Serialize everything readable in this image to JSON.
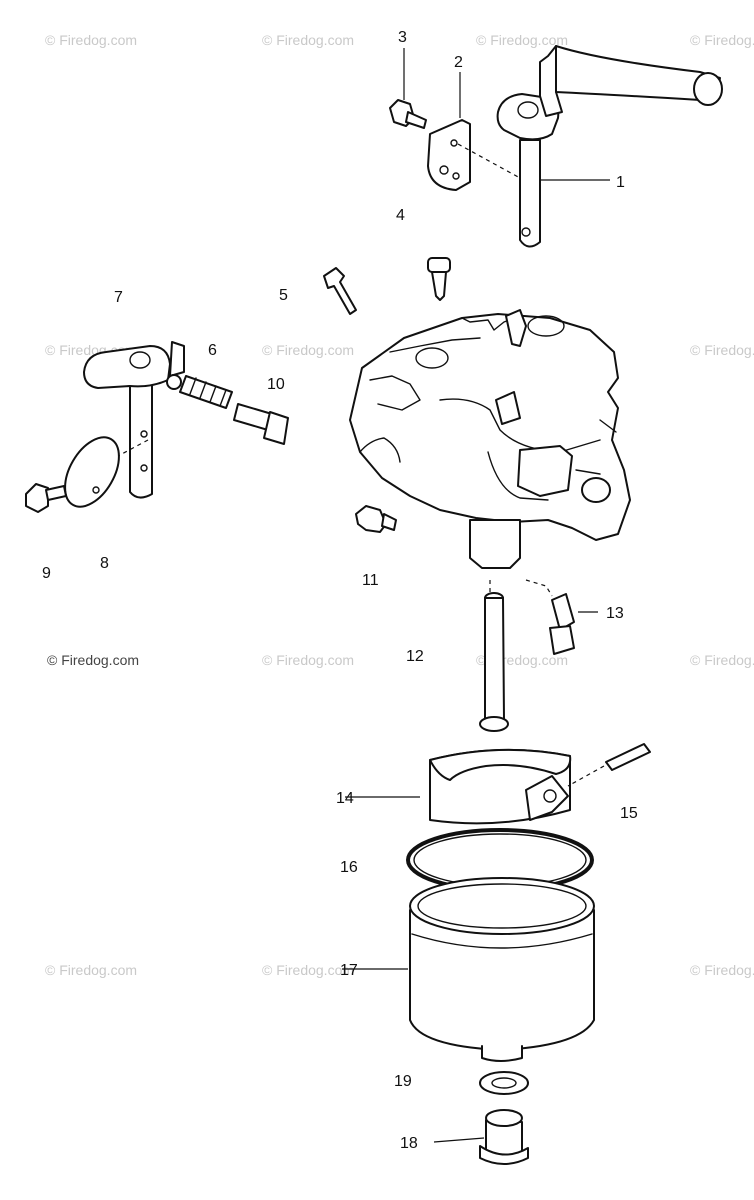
{
  "watermark": {
    "text": "© Firedog.com",
    "main_text": "© Firedog.com"
  },
  "callouts": {
    "c1": "1",
    "c2": "2",
    "c3": "3",
    "c4": "4",
    "c5": "5",
    "c6": "6",
    "c7": "7",
    "c8": "8",
    "c9": "9",
    "c10": "10",
    "c11": "11",
    "c12": "12",
    "c13": "13",
    "c14": "14",
    "c15": "15",
    "c16": "16",
    "c17": "17",
    "c18": "18",
    "c19": "19"
  }
}
